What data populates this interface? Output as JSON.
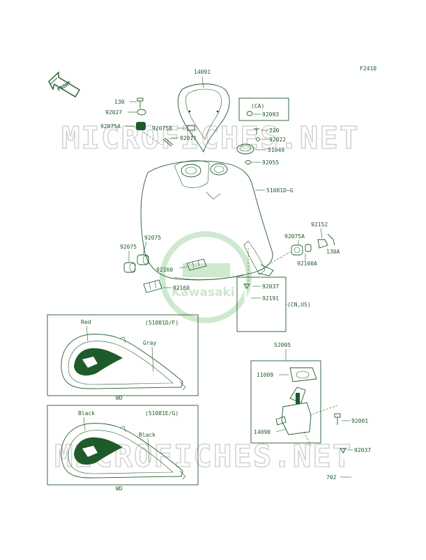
{
  "figure_code": "F2410",
  "front_label": "FRONT",
  "watermark_text": "MICROFICHES.NET",
  "logo_text": "Kawasaki",
  "colors": {
    "ink": "#1f5a2a",
    "watermark": "#d4d4d4",
    "logo": "#cfe8d0"
  },
  "parts": {
    "p14091": "14091",
    "p130": "130",
    "p92027": "92027",
    "p92075A_top": "92075A",
    "p92075B": "92075B",
    "p92071": "92071",
    "ca": "(CA)",
    "p92093": "92093",
    "p220": "220",
    "p92022": "92022",
    "p51049": "51049",
    "p92055": "92055",
    "p51081G": "51081D~G",
    "p92152": "92152",
    "p92075A_right": "92075A",
    "p130A": "130A",
    "p92160A": "92160A",
    "p92075_a": "92075",
    "p92075_b": "92075",
    "p92160_a": "92160",
    "p92160_b": "92160",
    "p92037_top": "92037",
    "p92191": "92191",
    "cnus": "(CN,US)",
    "p52005": "52005",
    "p11009": "11009",
    "p14090": "14090",
    "p92001": "92001",
    "p92037_bot": "92037",
    "p702": "702"
  },
  "variant_top": {
    "code": "(51081D/F)",
    "color1": "Red",
    "color2": "Gray",
    "suffix": "WD"
  },
  "variant_bottom": {
    "code": "(51081E/G)",
    "color1": "Black",
    "color2": "Black",
    "suffix": "WD"
  }
}
